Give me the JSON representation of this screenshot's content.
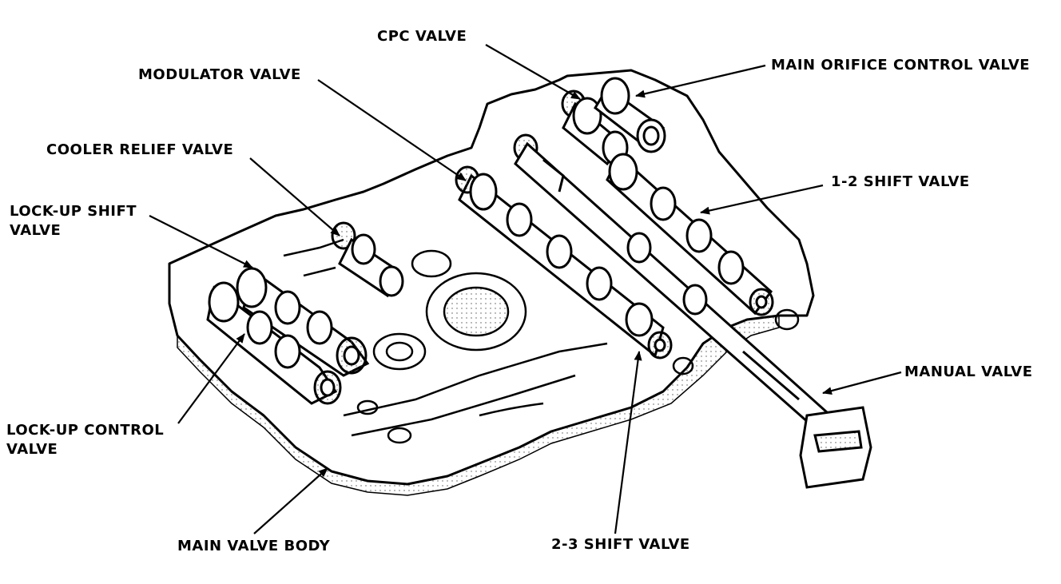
{
  "labels": {
    "cpc_valve": "CPC VALVE",
    "main_orifice_control_valve": "MAIN ORIFICE CONTROL VALVE",
    "modulator_valve": "MODULATOR VALVE",
    "cooler_relief_valve": "COOLER RELIEF VALVE",
    "lockup_shift_valve_line1": "LOCK-UP SHIFT",
    "lockup_shift_valve_line2": "VALVE",
    "shift_1_2_valve": "1-2 SHIFT VALVE",
    "manual_valve": "MANUAL VALVE",
    "lockup_control_valve_line1": "LOCK-UP CONTROL",
    "lockup_control_valve_line2": "VALVE",
    "main_valve_body": "MAIN VALVE BODY",
    "shift_2_3_valve": "2-3 SHIFT VALVE"
  },
  "colors": {
    "ink": "#000000",
    "paper": "#ffffff",
    "shade": "#d8d8d8"
  }
}
